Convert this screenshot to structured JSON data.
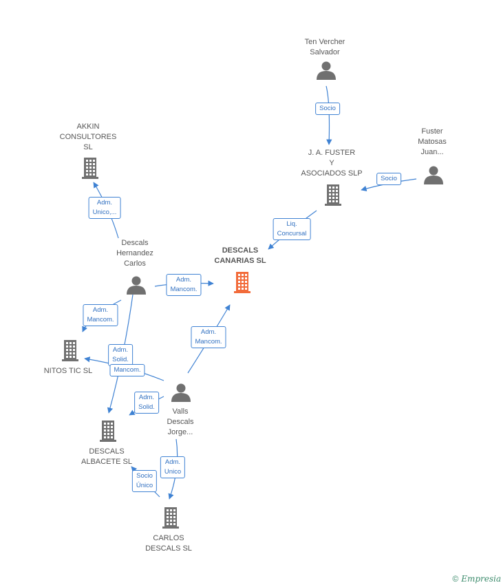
{
  "colors": {
    "edge": "#3f82d3",
    "node_gray": "#707070",
    "main_company": "#f26b3a"
  },
  "nodes": [
    {
      "id": "ten-vercher",
      "kind": "person",
      "label": "Ten Vercher\nSalvador"
    },
    {
      "id": "fuster-matosas",
      "kind": "person",
      "label": "Fuster\nMatosas\nJuan..."
    },
    {
      "id": "ja-fuster",
      "kind": "company",
      "label": "J. A. FUSTER\nY\nASOCIADOS SLP"
    },
    {
      "id": "akkin",
      "kind": "company",
      "label": "AKKIN\nCONSULTORES\nSL"
    },
    {
      "id": "descals-hernandez",
      "kind": "person",
      "label": "Descals\nHernandez\nCarlos"
    },
    {
      "id": "descals-canarias",
      "kind": "company-main",
      "label": "DESCALS\nCANARIAS SL"
    },
    {
      "id": "nitos-tic",
      "kind": "company",
      "label": "NITOS TIC SL"
    },
    {
      "id": "valls-descals",
      "kind": "person",
      "label": "Valls\nDescals\nJorge..."
    },
    {
      "id": "descals-albacete",
      "kind": "company",
      "label": "DESCALS\nALBACETE SL"
    },
    {
      "id": "carlos-descals",
      "kind": "company",
      "label": "CARLOS\nDESCALS SL"
    }
  ],
  "edges": [
    {
      "from": "ten-vercher",
      "to": "ja-fuster",
      "label": "Socio"
    },
    {
      "from": "fuster-matosas",
      "to": "ja-fuster",
      "label": "Socio"
    },
    {
      "from": "ja-fuster",
      "to": "descals-canarias",
      "label": "Liq.\nConcursal"
    },
    {
      "from": "descals-hernandez",
      "to": "akkin",
      "label": "Adm.\nUnico,..."
    },
    {
      "from": "descals-hernandez",
      "to": "descals-canarias",
      "label": "Adm.\nMancom."
    },
    {
      "from": "descals-hernandez",
      "to": "nitos-tic",
      "label": "Adm.\nMancom."
    },
    {
      "from": "descals-hernandez",
      "to": "descals-albacete",
      "label": "Adm.\nSolid."
    },
    {
      "from": "valls-descals",
      "to": "descals-canarias",
      "label": "Adm.\nMancom."
    },
    {
      "from": "valls-descals",
      "to": "nitos-tic",
      "label": "Mancom."
    },
    {
      "from": "valls-descals",
      "to": "descals-albacete",
      "label": "Adm.\nSolid."
    },
    {
      "from": "valls-descals",
      "to": "carlos-descals",
      "label": "Adm.\nUnico"
    },
    {
      "from": "carlos-descals",
      "to": "descals-albacete",
      "label": "Socio\nÚnico"
    }
  ],
  "footer": {
    "copyright_symbol": "©",
    "brand": "Empresia"
  }
}
